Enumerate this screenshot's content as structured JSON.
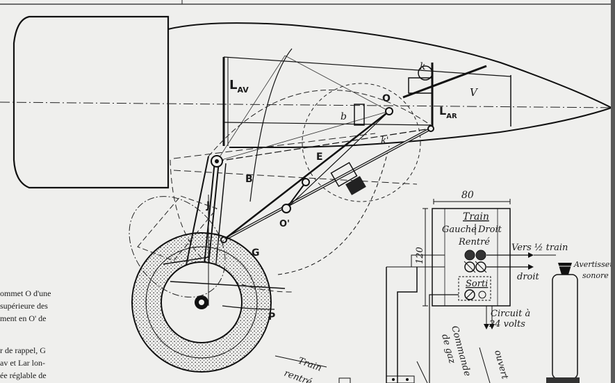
{
  "figure": {
    "gear_labels": {
      "l_av_main": "L",
      "l_av_sub": "AV",
      "l_ar_main": "L",
      "l_ar_sub": "AR",
      "o": "O",
      "o_prime": "O'",
      "k": "k",
      "k_prime": "k'",
      "v": "V",
      "b": "b",
      "e": "E",
      "bb": "B",
      "j": "J",
      "g": "G",
      "p": "P"
    },
    "circuit": {
      "dimension_width": "80",
      "dimension_height": "120",
      "panel_title": "Train",
      "col_left": "Gauche",
      "col_right": "Droit",
      "row_rentre": "Rentré",
      "row_sorti": "Sorti",
      "to_train": "Vers ½ train",
      "droit": "droit",
      "circuit_line1": "Circuit à",
      "circuit_line2": "24 volts",
      "commande_line1": "Commande",
      "commande_line2": "de gaz",
      "train_rentre_line1": "Train",
      "train_rentre_line2": "rentré",
      "ouvert": "ouvert",
      "avertisseur_line1": "Avertisseur",
      "avertisseur_line2": "sonore"
    }
  },
  "body_text": [
    "ommet O d'une",
    "supérieure des",
    "ment en O' de",
    "r de rappel, G",
    "av et Lar lon-",
    "ée réglable de"
  ],
  "colors": {
    "ink": "#1a1a1a",
    "paper": "#efefed"
  }
}
